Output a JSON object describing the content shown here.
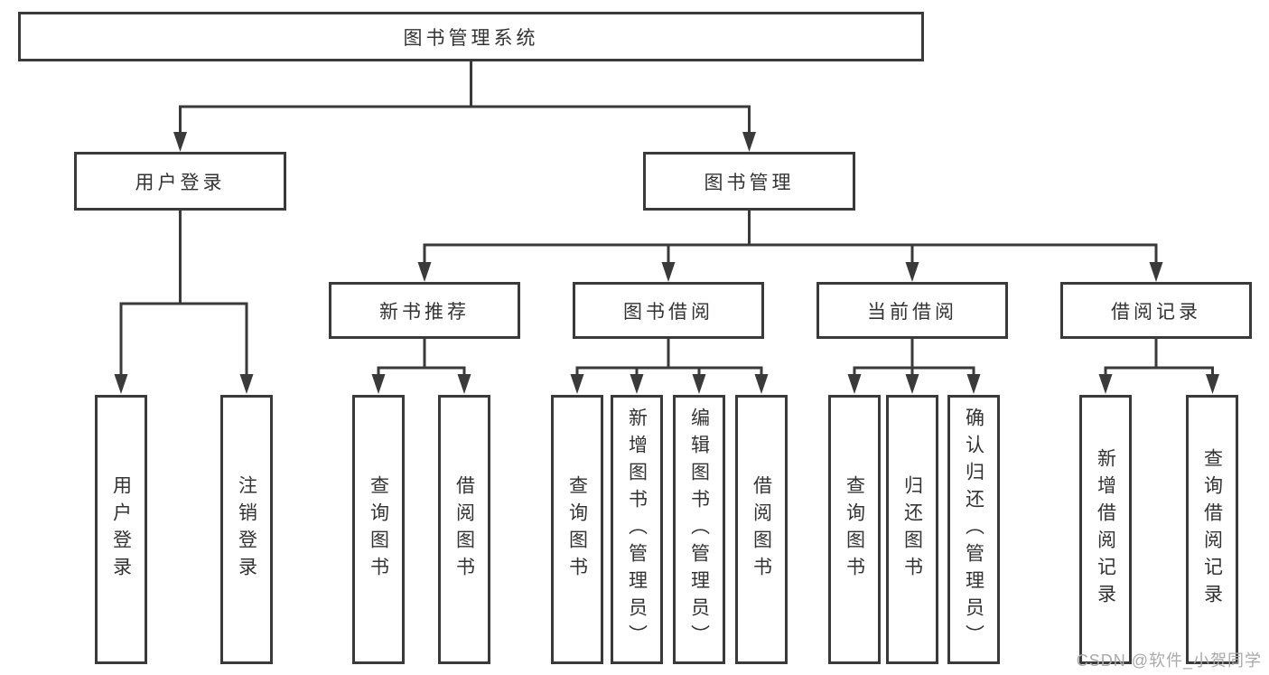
{
  "root": {
    "label": "图书管理系统"
  },
  "level2": {
    "user_login": {
      "label": "用户登录"
    },
    "book_management": {
      "label": "图书管理"
    }
  },
  "level3": {
    "new_books": {
      "label": "新书推荐"
    },
    "book_borrow": {
      "label": "图书借阅"
    },
    "current_borrow": {
      "label": "当前借阅"
    },
    "borrow_records": {
      "label": "借阅记录"
    }
  },
  "leaves": {
    "user_login": {
      "label": "用户登录"
    },
    "logout": {
      "label": "注销登录"
    },
    "nb_query": {
      "label": "查询图书"
    },
    "nb_borrow": {
      "label": "借阅图书"
    },
    "bb_query": {
      "label": "查询图书"
    },
    "bb_add": {
      "label": "新增图书（管理员）"
    },
    "bb_edit": {
      "label": "编辑图书（管理员）"
    },
    "bb_borrow": {
      "label": "借阅图书"
    },
    "cb_query": {
      "label": "查询图书"
    },
    "cb_return": {
      "label": "归还图书"
    },
    "cb_confirm": {
      "label": "确认归还（管理员）"
    },
    "br_add": {
      "label": "新增借阅记录"
    },
    "br_query": {
      "label": "查询借阅记录"
    }
  },
  "watermark": {
    "text": "CSDN @软件_小贺同学"
  },
  "colors": {
    "line": "#3a3a3a",
    "text": "#333333",
    "watermark": "#a9a9a9"
  }
}
